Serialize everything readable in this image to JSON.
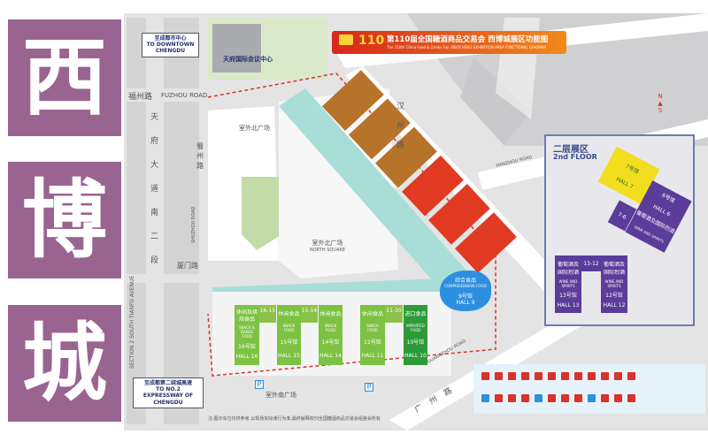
{
  "side_title": {
    "chars": [
      "西",
      "博",
      "城"
    ],
    "color": "#9a6490"
  },
  "banner": {
    "logo": "110",
    "title_cn": "第110届全国糖酒商品交易会 西博城展区功能图",
    "title_en": "The 110th China Food & Drinks Fair XIBOCHENG EXHIBITION AREA FUNCTIONAL DIAGRAM"
  },
  "signs": {
    "downtown_cn": "至成都市中心",
    "downtown_en": "TO DOWNTOWN CHENGDU",
    "expressway_cn": "至成都第二绕城高速",
    "expressway_en": "TO NO.2 EXPRESSWAY OF CHENGDU",
    "convention_center": "天府国际会议中心"
  },
  "roads": {
    "fuzhou_cn": "福州路",
    "fuzhou_en": "FUZHOU ROAD",
    "tianfu_cn": "天府大道南二段",
    "tianfu_en": "SECTION 2 SOUTH TIANFU AVENUE",
    "xiamen_cn": "厦门路",
    "hanzhou_cn": "汉州路",
    "hanzhou_en": "HANZHOU ROAD",
    "shuzhou_cn": "蜀州路",
    "shuzhou_en": "SHUZHOU ROAD",
    "guangzhou_cn": "广州路",
    "guangzhou_en": "GUANGZHOU ROAD"
  },
  "squares": {
    "north_cn": "室外北广场",
    "north_en": "NORTH SQUARE",
    "south_cn": "室外南广场",
    "west_cn": "室外北广场"
  },
  "floor1_halls": [
    {
      "num": "16号馆",
      "en": "HALL 16",
      "cat": "休闲及烘焙食品",
      "cat_en": "SNACK & BAKED FOOD",
      "color": "#7dc242"
    },
    {
      "num": "16-15",
      "connector": true
    },
    {
      "num": "15号馆",
      "en": "HALL 15",
      "cat": "休闲食品",
      "cat_en": "SNACK FOOD",
      "color": "#7dc242"
    },
    {
      "num": "15-14",
      "connector": true
    },
    {
      "num": "14号馆",
      "en": "HALL 14",
      "cat": "休闲食品",
      "cat_en": "SNACK FOOD",
      "color": "#7dc242"
    },
    {
      "num": "11号馆",
      "en": "HALL 11",
      "cat": "休闲食品",
      "cat_en": "SNACK FOOD",
      "color": "#7dc242"
    },
    {
      "num": "11-10",
      "connector": true
    },
    {
      "num": "10号馆",
      "en": "HALL 10",
      "cat": "进口食品",
      "cat_en": "IMPORTED FOOD",
      "color": "#2e9a3a"
    }
  ],
  "hall9": {
    "num": "9号馆",
    "en": "HALL 9",
    "cat": "综合食品",
    "cat_en": "COMPREHENSIVE FOOD",
    "color": "#2d8fe0"
  },
  "floor2": {
    "title_cn": "二层展区",
    "title_en": "2nd FLOOR",
    "halls": [
      {
        "num": "7号馆",
        "en": "HALL 7",
        "color": "#f2dd1f"
      },
      {
        "num": "7-6",
        "color": "#5b3c9a"
      },
      {
        "num": "6号馆",
        "en": "HALL 6",
        "cat": "葡萄酒及国际烈酒",
        "cat_en": "WINE AND SPIRITS",
        "color": "#5b3c9a"
      },
      {
        "num": "13号馆",
        "en": "HALL 13",
        "cat": "葡萄酒及国际烈酒",
        "cat_en": "WINE AND SPIRITS",
        "color": "#5b3c9a"
      },
      {
        "num": "13-12",
        "color": "#5b3c9a"
      },
      {
        "num": "12号馆",
        "en": "HALL 12",
        "cat": "葡萄酒及国际烈酒",
        "cat_en": "WINE AND SPIRITS",
        "color": "#5b3c9a"
      }
    ]
  },
  "footnote": "注:图示车位仅供参考,以现场实际通行为准,最终解释权归全国糖酒商品交易会组委会所有",
  "legend_icons": [
    "info",
    "toilet",
    "restaurant",
    "first-aid",
    "fire",
    "parking",
    "bus",
    "taxi",
    "exit",
    "atm",
    "cafe",
    "no-entry"
  ],
  "colors": {
    "brown_halls": "#b8732a",
    "red_halls": "#e03a22",
    "walkway": "#a8ddd8",
    "route": "#d9312b"
  }
}
